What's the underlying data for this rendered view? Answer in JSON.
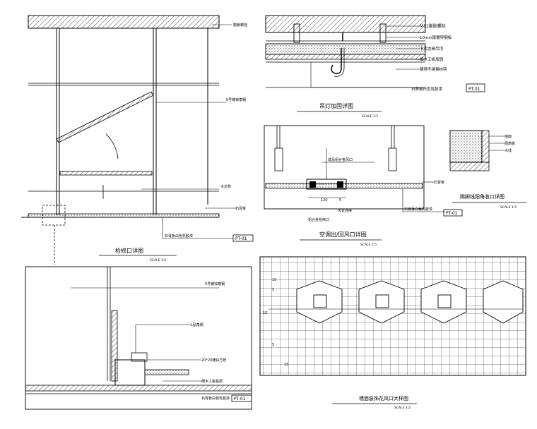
{
  "detail_ceiling_hook": {
    "title": "吊灯加固详图",
    "scale": "SCALE 1:5",
    "labels": [
      "M12膨胀螺栓",
      "10mm厚镀锌钢板",
      "卡式龙骨吊顶",
      "细木工板加固",
      "镀锌不锈钢挂钩"
    ],
    "bottom_label": "石膏板白色乳胶漆",
    "code": "PT-01"
  },
  "detail_access_panel": {
    "title": "检修口详图",
    "scale": "SCALE 1:5",
    "labels": [
      "膨胀螺栓",
      "5号镀锌角钢",
      "木龙骨",
      "石膏板"
    ],
    "bottom_label": "石膏板白色乳胶漆",
    "code": "PT-01"
  },
  "detail_ac_vent": {
    "title": "空调出/回风口详图",
    "scale": "SCALE 1:5",
    "labels": [
      "成品铝合金风口",
      "石膏板",
      "风管连接",
      "铝合金检修口"
    ],
    "bottom_label": "石膏板白色乳胶漆",
    "code": "PT-01",
    "dims": [
      "120",
      "5"
    ]
  },
  "detail_joint": {
    "title": "踢脚线阳角收口详图",
    "scale": "SCALE 1:5",
    "labels": [
      "墙面",
      "阻燃板",
      "木线"
    ]
  },
  "detail_edge": {
    "labels": [
      "5号镀锌角钢",
      "L型角钢",
      "20*20镀锌方管",
      "细木工板基层"
    ],
    "bottom_label": "石膏板白色乳胶漆",
    "code": "PT-01"
  },
  "detail_grille": {
    "title": "墙面装饰花风口大样图",
    "scale": "SCALE 1:2",
    "dims": [
      "15",
      "5",
      "15",
      "5",
      "15"
    ]
  }
}
